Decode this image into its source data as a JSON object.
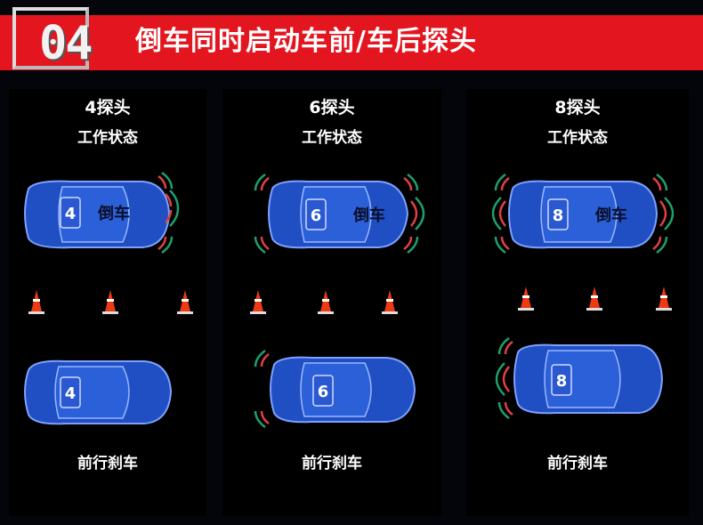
{
  "header": {
    "number": "04",
    "title": "倒车同时启动车前/车后探头"
  },
  "panels": [
    {
      "probes": "4探头",
      "state": "工作状态",
      "badge": "4",
      "reverse_text": "倒车",
      "brake_text": "前行刹车"
    },
    {
      "probes": "6探头",
      "state": "工作状态",
      "badge": "6",
      "reverse_text": "倒车",
      "brake_text": "前行刹车"
    },
    {
      "probes": "8探头",
      "state": "工作状态",
      "badge": "8",
      "reverse_text": "倒车",
      "brake_text": "前行刹车"
    }
  ],
  "colors": {
    "banner_red": "#e3151f",
    "car_blue": "#1f4fc2",
    "cone_orange": "#ee3a13"
  }
}
